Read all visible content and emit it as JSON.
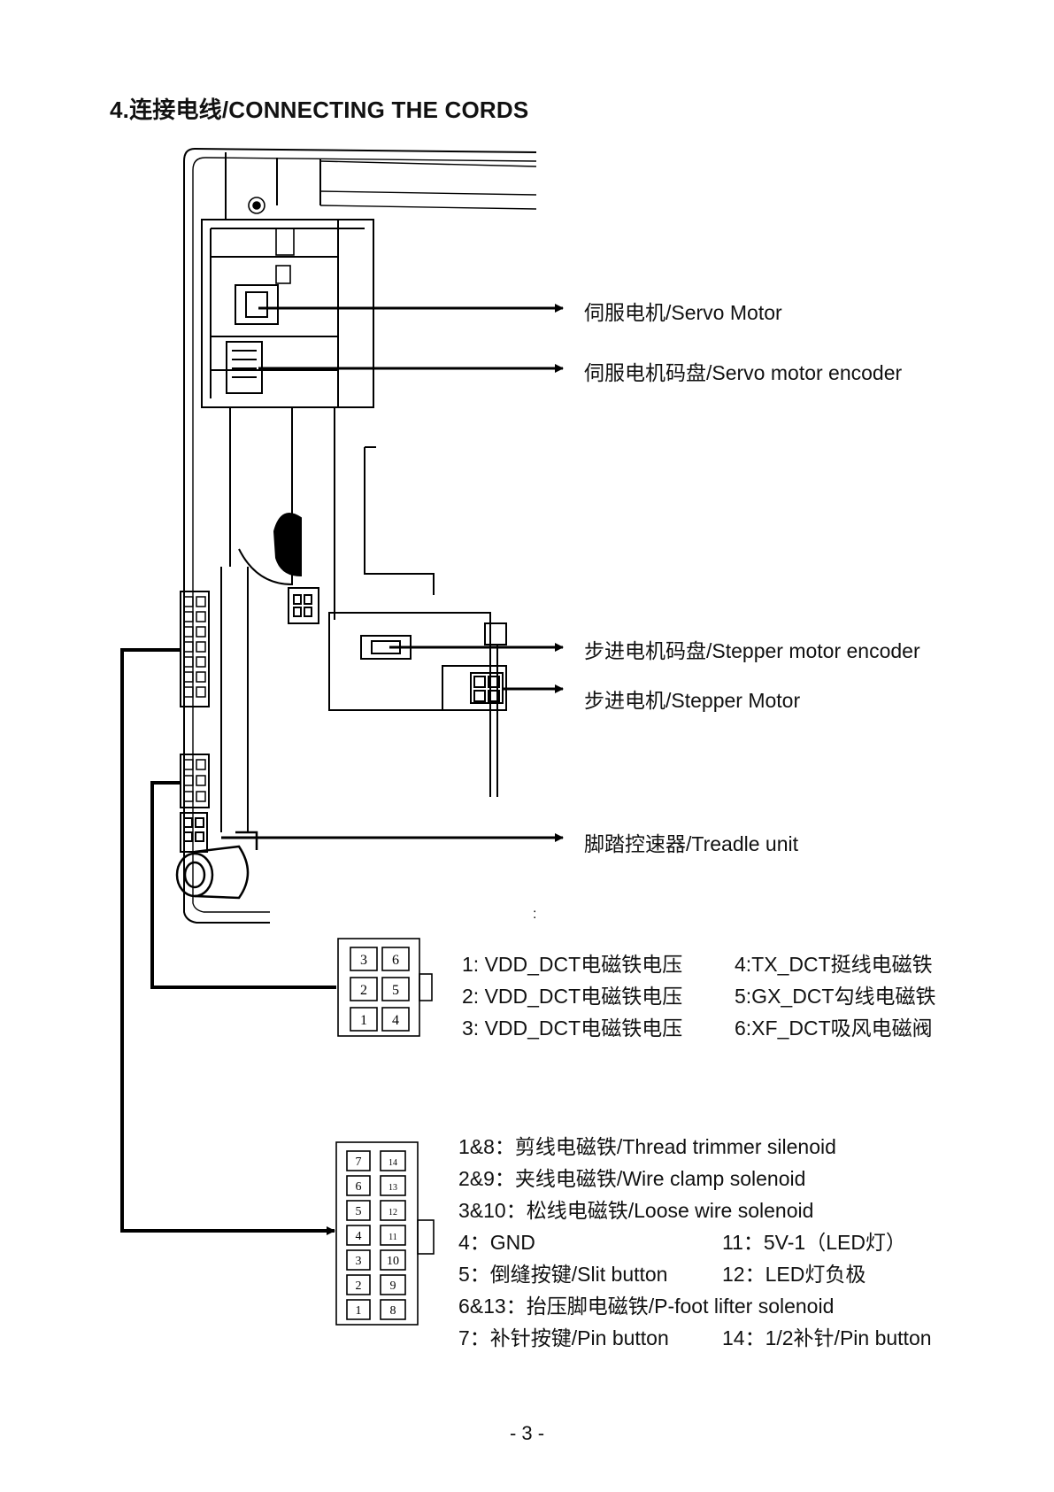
{
  "page": {
    "title": "4.连接电线/CONNECTING THE CORDS",
    "page_number": "- 3 -",
    "stray_mark": ":"
  },
  "callouts": [
    {
      "id": "servo-motor",
      "text": "伺服电机/Servo Motor"
    },
    {
      "id": "servo-encoder",
      "text": "伺服电机码盘/Servo motor encoder"
    },
    {
      "id": "stepper-encoder",
      "text": "步进电机码盘/Stepper motor encoder"
    },
    {
      "id": "stepper-motor",
      "text": "步进电机/Stepper Motor"
    },
    {
      "id": "treadle",
      "text": "脚踏控速器/Treadle unit"
    }
  ],
  "connector6": {
    "pin_labels": [
      "3",
      "6",
      "2",
      "5",
      "1",
      "4"
    ],
    "legend": [
      {
        "left": "1:  VDD_DCT电磁铁电压",
        "right": "4:TX_DCT挺线电磁铁"
      },
      {
        "left": "2:  VDD_DCT电磁铁电压",
        "right": "5:GX_DCT勾线电磁铁"
      },
      {
        "left": "3:  VDD_DCT电磁铁电压",
        "right": "6:XF_DCT吸风电磁阀"
      }
    ]
  },
  "connector14": {
    "pin_labels": [
      "7",
      "14",
      "6",
      "13",
      "5",
      "12",
      "4",
      "11",
      "3",
      "10",
      "2",
      "9",
      "1",
      "8"
    ],
    "legend": [
      {
        "left": "1&8：剪线电磁铁/Thread trimmer silenoid",
        "right": ""
      },
      {
        "left": "2&9：夹线电磁铁/Wire clamp solenoid",
        "right": ""
      },
      {
        "left": "3&10：松线电磁铁/Loose wire solenoid",
        "right": ""
      },
      {
        "left": "4：GND",
        "right": "11：5V-1（LED灯）"
      },
      {
        "left": "5：倒缝按键/Slit button",
        "right": "12：LED灯负极"
      },
      {
        "left": "6&13：抬压脚电磁铁/P-foot lifter solenoid",
        "right": ""
      },
      {
        "left": "7：补针按键/Pin button",
        "right": "14：1/2补针/Pin button"
      }
    ]
  }
}
